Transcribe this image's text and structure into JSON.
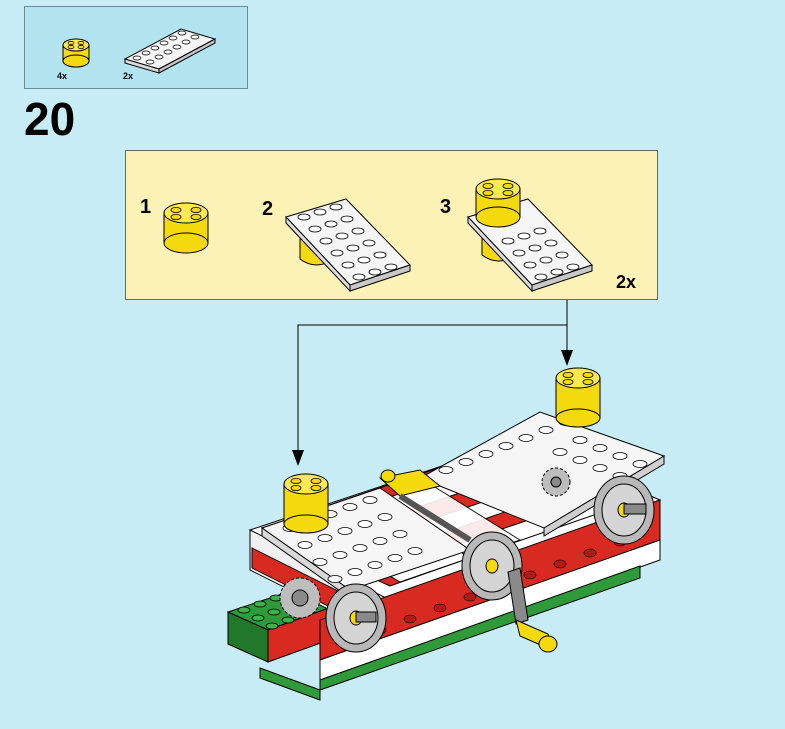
{
  "parts_list": {
    "items": [
      {
        "part": "yellow-round-brick-2x2",
        "count": "4x"
      },
      {
        "part": "white-plate-2x6",
        "count": "2x"
      }
    ]
  },
  "step": {
    "number": "20"
  },
  "sub_assembly": {
    "steps": [
      "1",
      "2",
      "3"
    ],
    "multiplier": "2x"
  },
  "colors": {
    "background": "#c8ecf5",
    "parts_box": "#b3e3ef",
    "sub_box": "#fdf2b6",
    "yellow": "#f5d90f",
    "white_plate": "#f2f2f2",
    "red": "#d82a20",
    "green": "#2f9a3a",
    "gray": "#9c9c9c"
  }
}
